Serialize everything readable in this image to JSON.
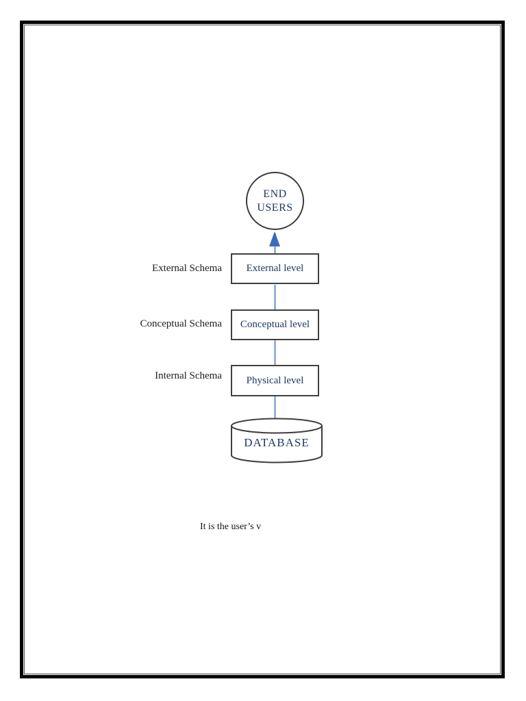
{
  "page": {
    "background": "#ffffff",
    "border_color": "#000000",
    "border_style": "thick-thin double line"
  },
  "colors": {
    "node_text": "#1f3864",
    "connector": "#95b3d7",
    "arrow": "#3a6bbf",
    "box_border": "#3f3f3f"
  },
  "diagram": {
    "end_users_label": "END USERS",
    "levels": [
      {
        "schema_label": "External Schema",
        "box_label": "External level"
      },
      {
        "schema_label": "Conceptual Schema",
        "box_label": "Conceptual level"
      },
      {
        "schema_label": "Internal Schema",
        "box_label": "Physical level"
      }
    ],
    "database_label": "DATABASE"
  },
  "body_text": "It is the user’s v"
}
